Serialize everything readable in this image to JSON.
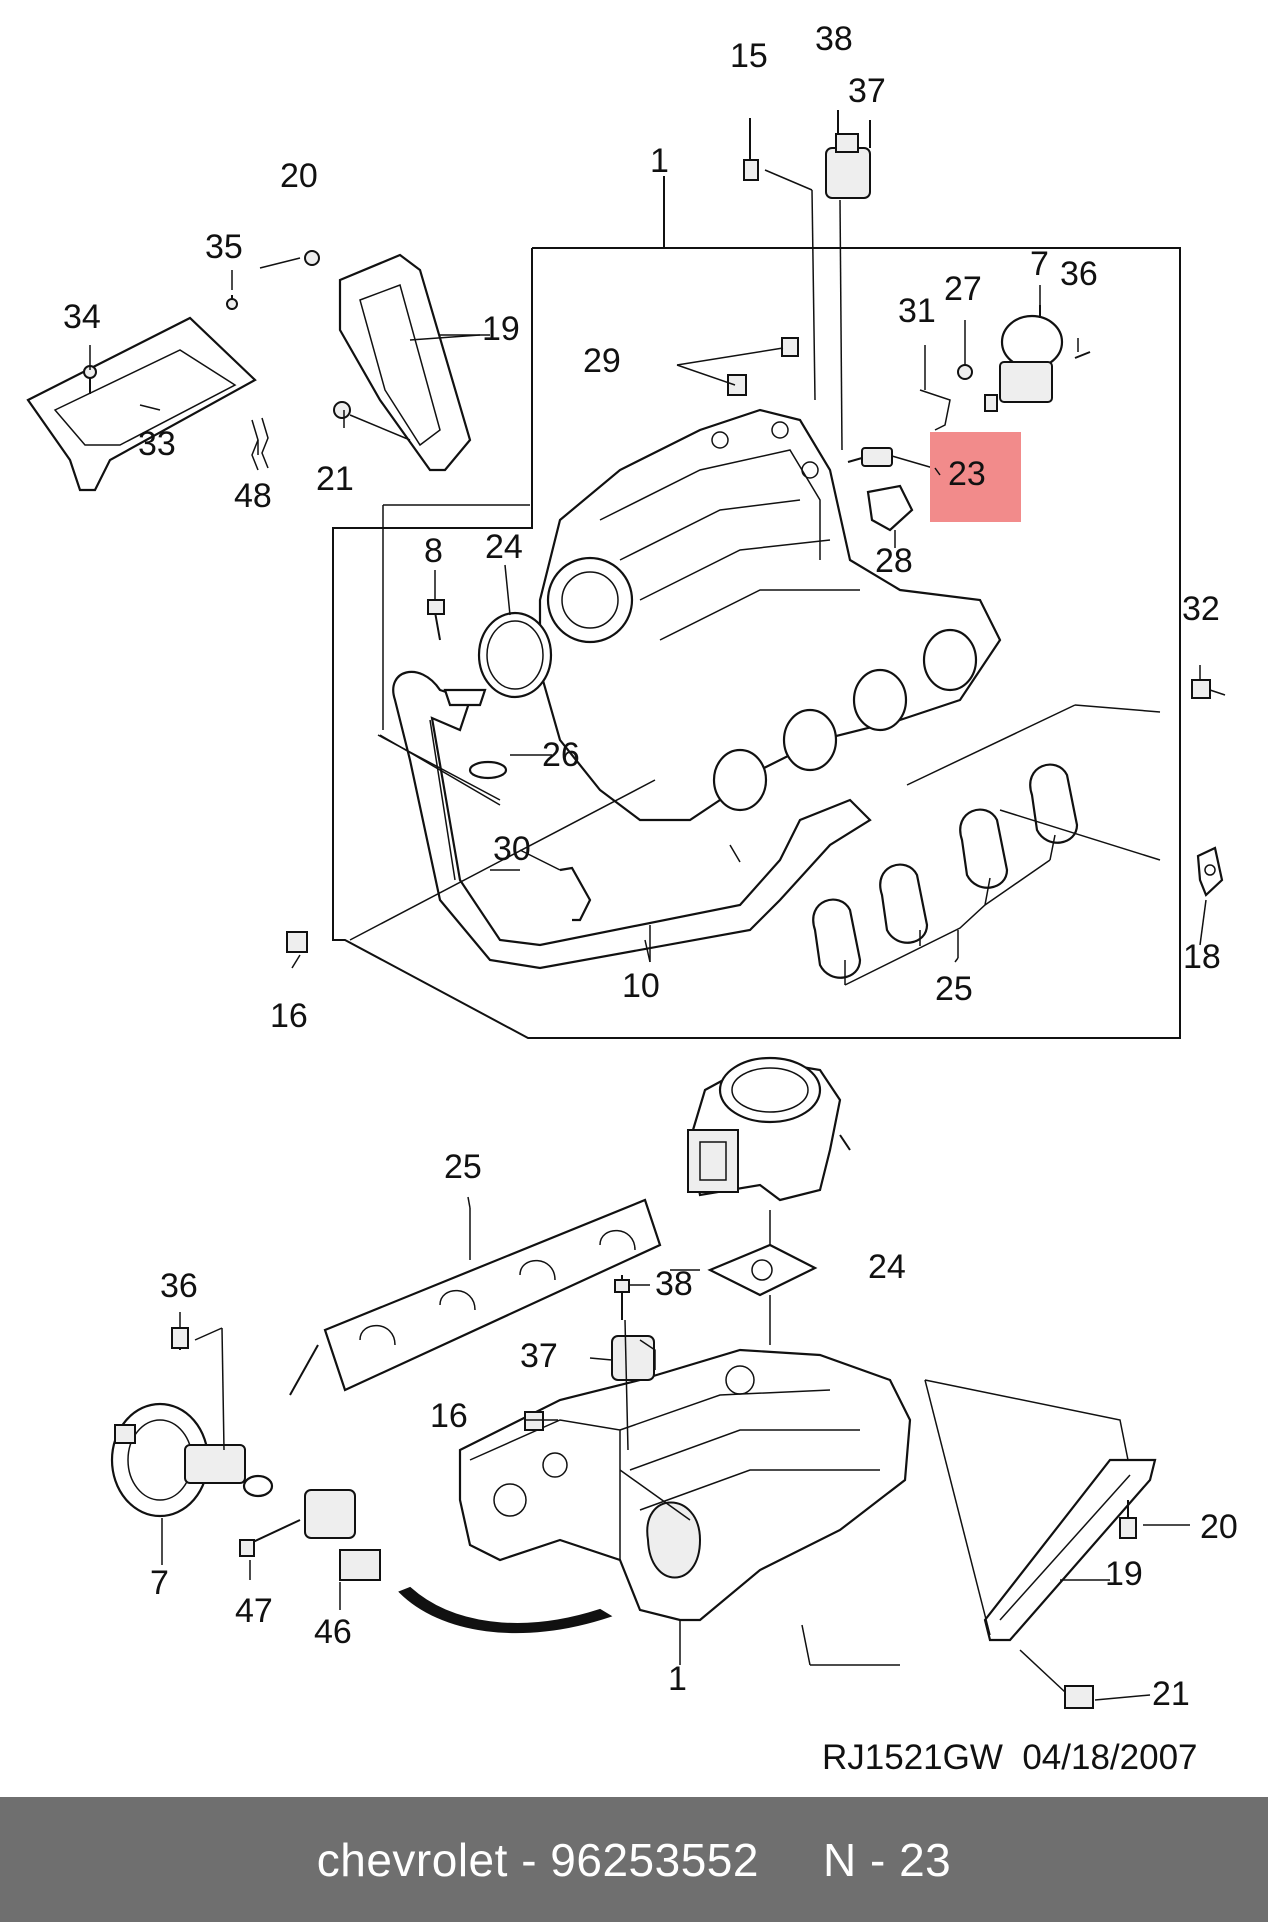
{
  "footer": {
    "brand_part": "chevrolet - 96253552",
    "ref": "N - 23"
  },
  "drawing_code": "RJ1521GW  04/18/2007",
  "highlight": {
    "label": "23",
    "color": "#f28b8b"
  },
  "callouts": {
    "c1a": "1",
    "c1b": "1",
    "c7a": "7",
    "c7b": "7",
    "c8": "8",
    "c10": "10",
    "c15": "15",
    "c16a": "16",
    "c16b": "16",
    "c18": "18",
    "c19a": "19",
    "c19b": "19",
    "c20a": "20",
    "c20b": "20",
    "c21a": "21",
    "c21b": "21",
    "c24a": "24",
    "c24b": "24",
    "c25a": "25",
    "c25b": "25",
    "c26": "26",
    "c27": "27",
    "c28": "28",
    "c29": "29",
    "c30": "30",
    "c31": "31",
    "c32": "32",
    "c33": "33",
    "c34": "34",
    "c35": "35",
    "c36a": "36",
    "c36b": "36",
    "c37a": "37",
    "c37b": "37",
    "c38a": "38",
    "c38b": "38",
    "c46": "46",
    "c47": "47",
    "c48": "48"
  }
}
